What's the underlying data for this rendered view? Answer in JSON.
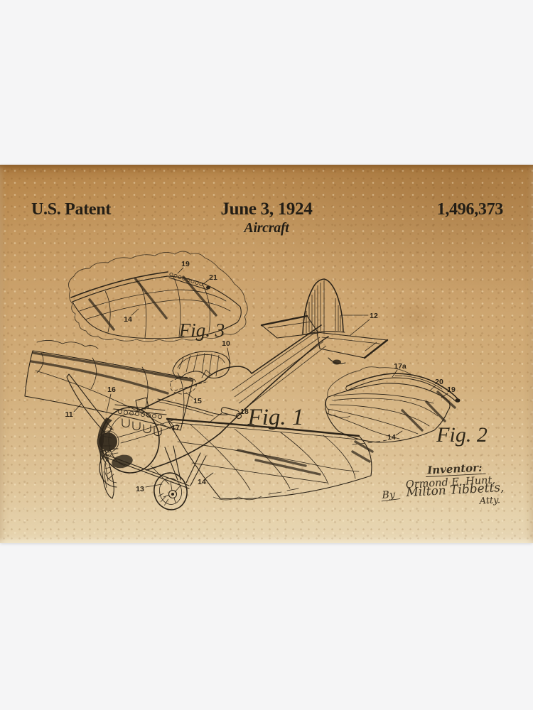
{
  "poster": {
    "header": {
      "authority": "U.S. Patent",
      "date": "June 3, 1924",
      "title": "Aircraft",
      "number": "1,496,373"
    },
    "figures": {
      "fig1": {
        "caption": "Fig. 1",
        "labels": {
          "n10": "10",
          "n11": "11",
          "n12": "12",
          "n13": "13",
          "n14": "14",
          "n15": "15",
          "n16": "16",
          "n17": "17",
          "n18": "18"
        }
      },
      "fig2": {
        "caption": "Fig. 2",
        "labels": {
          "n17a": "17a",
          "n20": "20",
          "n19": "19",
          "n14": "14"
        }
      },
      "fig3": {
        "caption": "Fig. 3",
        "labels": {
          "n19": "19",
          "n21": "21",
          "n14": "14"
        }
      }
    },
    "signature": {
      "inventor_heading": "Inventor:",
      "inventor_name": "Ormond E. Hunt,",
      "by_prefix": "By",
      "attorney_signature": "Milton Tibbetts,",
      "attorney_suffix": "Atty."
    },
    "colors": {
      "backdrop": "#f5f5f6",
      "paper_top": "#ac7b41",
      "paper_mid": "#c99f68",
      "paper_bottom": "#e7d6b5",
      "ink": "#2b2318"
    }
  }
}
